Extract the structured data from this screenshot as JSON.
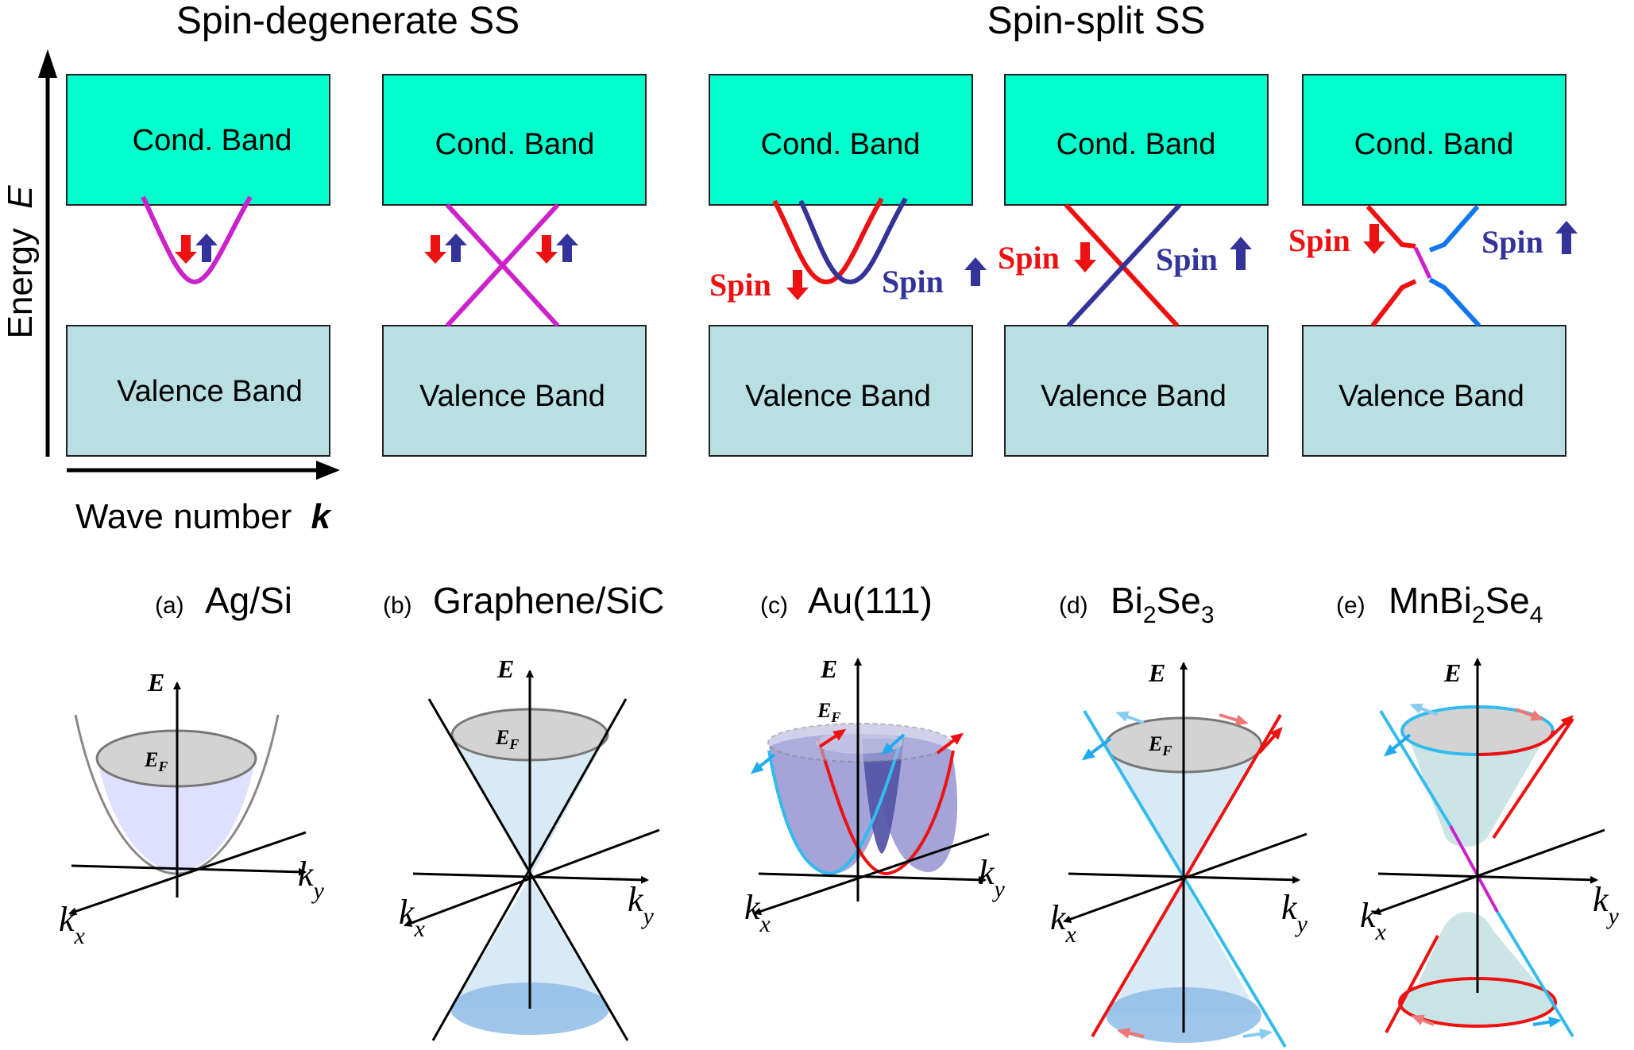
{
  "headings": {
    "spin_degenerate": "Spin-degenerate SS",
    "spin_split": "Spin-split SS"
  },
  "axes": {
    "energy_label": "Energy",
    "energy_symbol": "E",
    "wave_label": "Wave number",
    "wave_symbol": "k"
  },
  "bands": {
    "conduction": "Cond. Band",
    "valence": "Valence Band"
  },
  "spin_labels": {
    "spin": "Spin",
    "arrow_up": "↑",
    "arrow_down": "↓"
  },
  "panels": [
    {
      "letter": "(a)",
      "name_parts": [
        {
          "t": "Ag/Si"
        }
      ]
    },
    {
      "letter": "(b)",
      "name_parts": [
        {
          "t": "Graphene/SiC"
        }
      ]
    },
    {
      "letter": "(c)",
      "name_parts": [
        {
          "t": "Au(111)"
        }
      ]
    },
    {
      "letter": "(d)",
      "name_parts": [
        {
          "t": "Bi"
        },
        {
          "t": "2",
          "sub": true
        },
        {
          "t": "Se"
        },
        {
          "t": "3",
          "sub": true
        }
      ]
    },
    {
      "letter": "(e)",
      "name_parts": [
        {
          "t": "MnBi"
        },
        {
          "t": "2",
          "sub": true
        },
        {
          "t": "Se"
        },
        {
          "t": "4",
          "sub": true
        }
      ]
    }
  ],
  "cone_labels": {
    "E": "E",
    "EF_main": "E",
    "EF_sub": "F",
    "kx_main": "k",
    "kx_sub": "x",
    "ky_main": "k",
    "ky_sub": "y"
  },
  "colors": {
    "conduction_fill": "#00ffcc",
    "valence_fill": "#b8e0e3",
    "degenerate_state": "#cc22cc",
    "spin_down": "#ee1111",
    "spin_up": "#333399",
    "spin_up_light": "#1177ee",
    "cone_cyan": "#33bbee",
    "fermi_disk": "#d3d3d3"
  }
}
